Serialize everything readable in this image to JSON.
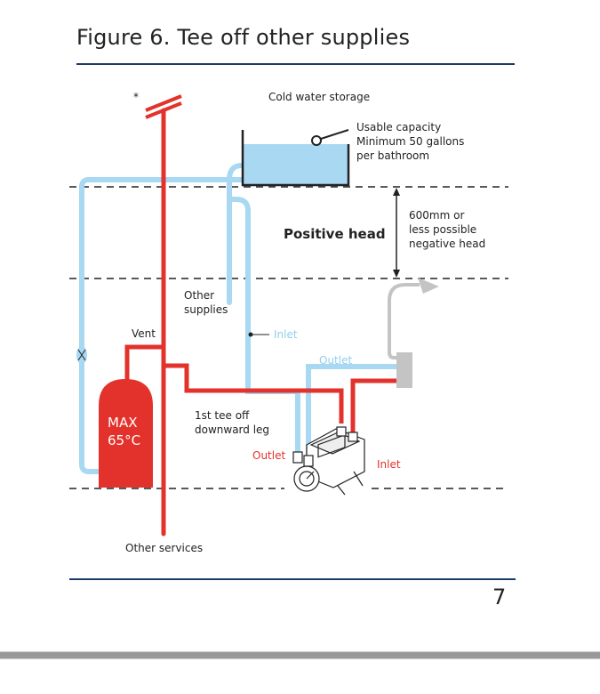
{
  "page": {
    "title": "Figure 6. Tee off other supplies",
    "page_number": "7"
  },
  "diagram": {
    "labels": {
      "asterisk": "*",
      "cold_water_storage": "Cold water storage",
      "capacity_line1": "Usable capacity",
      "capacity_line2": "Minimum 50 gallons",
      "capacity_line3": "per bathroom",
      "positive_head": "Positive head",
      "negative_head_line1": "600mm or",
      "negative_head_line2": "less possible",
      "negative_head_line3": "negative head",
      "other_supplies_line1": "Other",
      "other_supplies_line2": "supplies",
      "vent": "Vent",
      "inlet_cold": "Inlet",
      "outlet_cold": "Outlet",
      "max_line1": "MAX",
      "max_line2": "65°C",
      "tee_line1": "1st tee off",
      "tee_line2": "downward leg",
      "outlet_red": "Outlet",
      "inlet_red": "Inlet",
      "other_services": "Other services"
    },
    "colors": {
      "cold_pipe": "#a8d8f2",
      "hot_pipe": "#e3322b",
      "tank_water": "#a8d8f2",
      "shower": "#c4c4c4",
      "dashed_line": "#222222",
      "rule": "#1d3a6b"
    }
  }
}
